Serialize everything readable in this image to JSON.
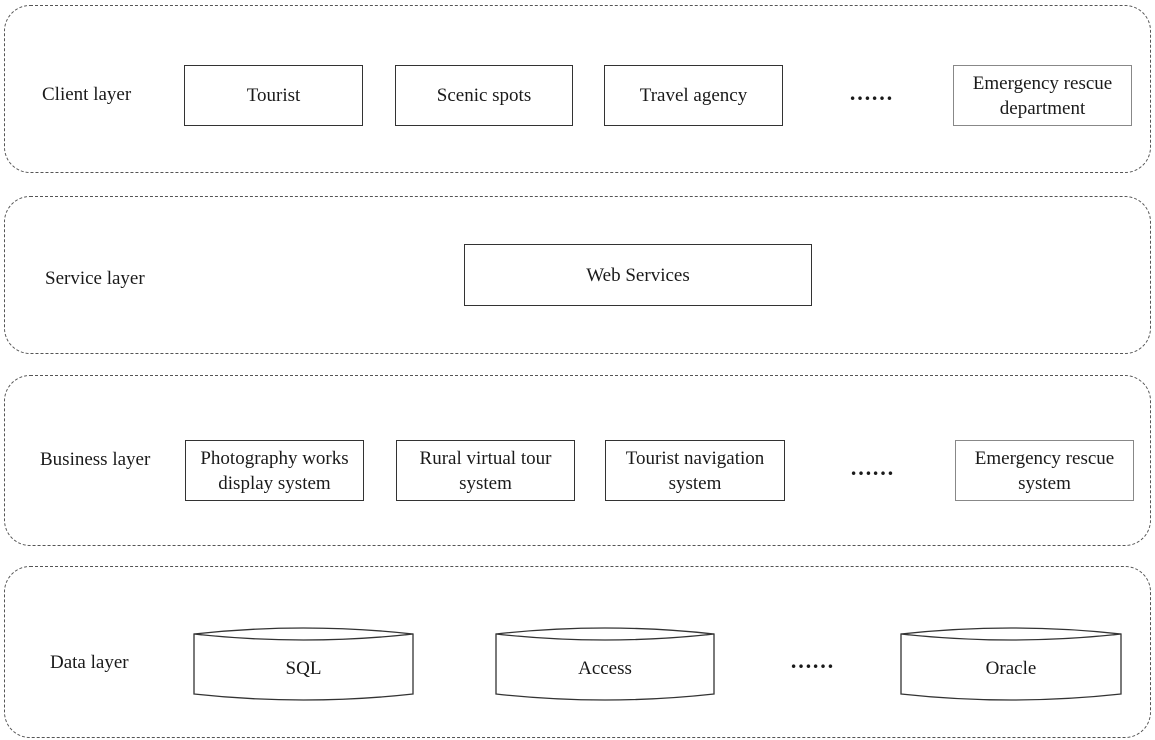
{
  "layers": {
    "client": {
      "label": "Client layer",
      "items": [
        "Tourist",
        "Scenic spots",
        "Travel agency",
        "Emergency rescue department"
      ],
      "ellipsis": "……"
    },
    "service": {
      "label": "Service layer",
      "items": [
        "Web Services"
      ]
    },
    "business": {
      "label": "Business layer",
      "items": [
        "Photography works display system",
        "Rural virtual tour system",
        "Tourist navigation system",
        "Emergency rescue system"
      ],
      "ellipsis": "……"
    },
    "data": {
      "label": "Data layer",
      "items": [
        "SQL",
        "Access",
        "Oracle"
      ],
      "ellipsis": "……"
    }
  }
}
